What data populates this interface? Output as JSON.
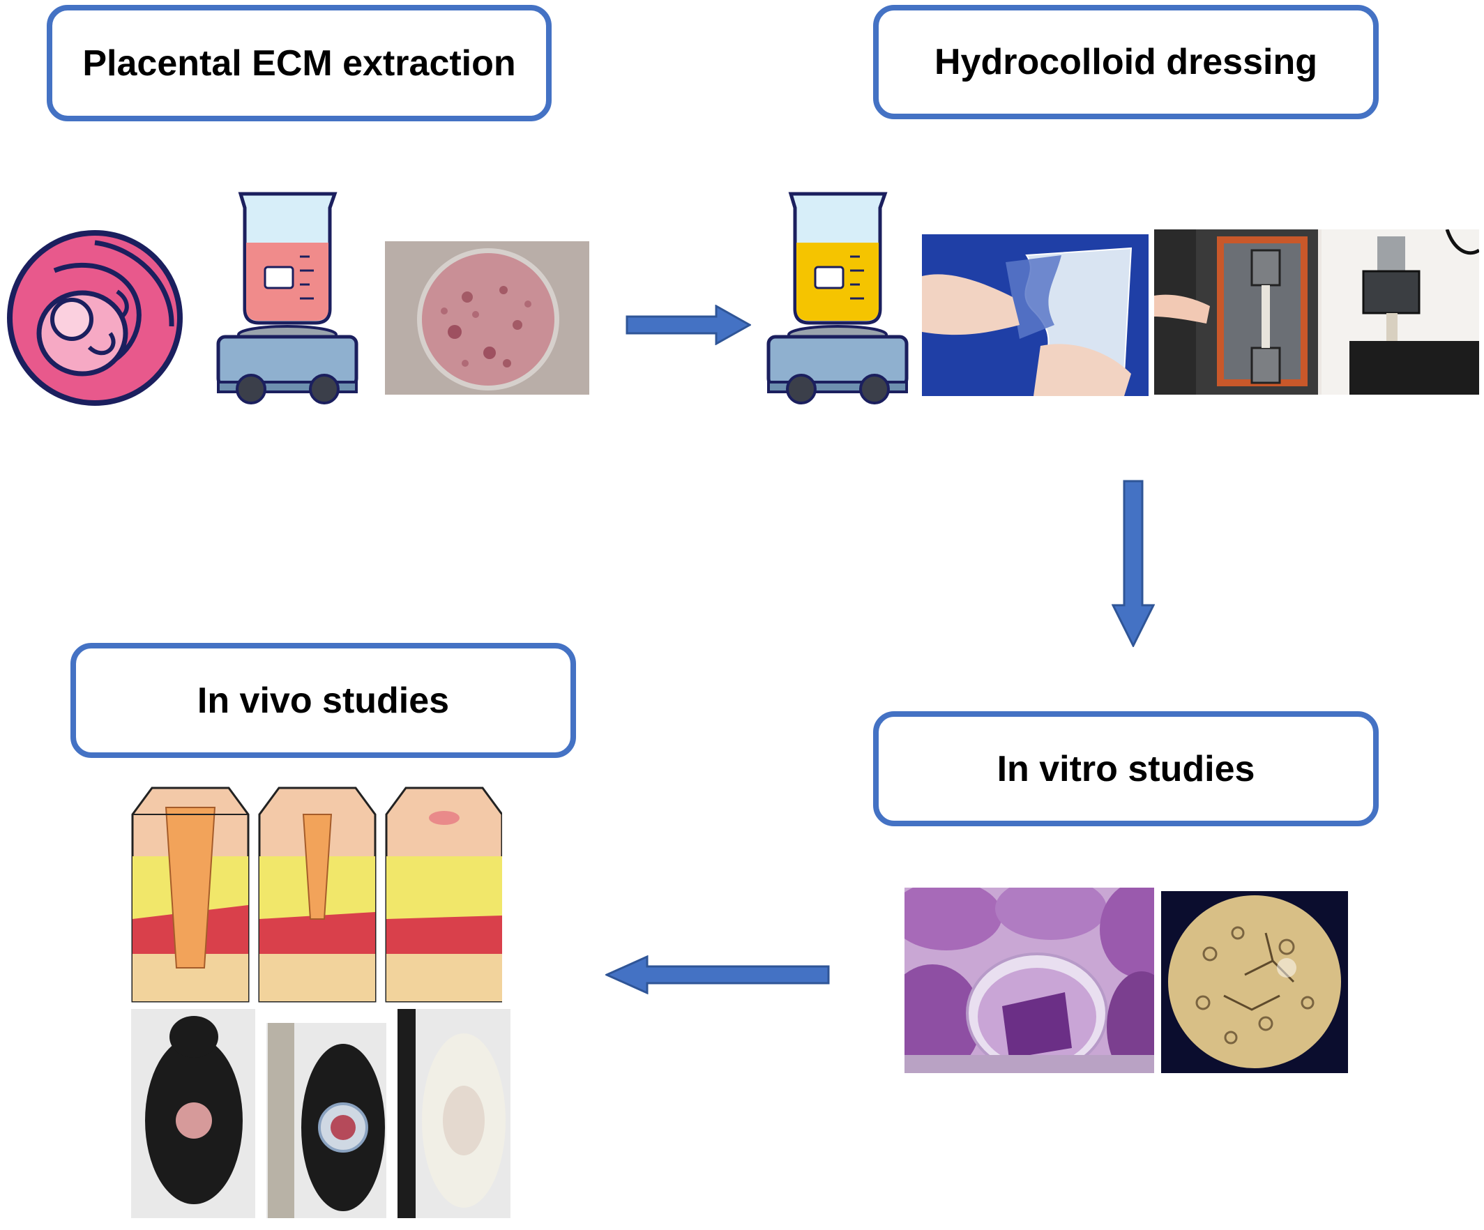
{
  "steps": {
    "ecm_extraction": "Placental ECM extraction",
    "hydrocolloid": "Hydrocolloid dressing",
    "in_vitro": "In vitro studies",
    "in_vivo": "In vivo studies"
  },
  "colors": {
    "box_border": "#4472c4",
    "arrow": "#4472c4",
    "placenta_pink": "#e8598c",
    "ecm_solution": "#f08b8b",
    "dressing_solution": "#f5c400",
    "hotplate": "#8fb0cf",
    "dressing_blue": "#1f3fa6",
    "stain_purple": "#7b3f8f"
  },
  "icons": [
    "placenta-fetus-icon",
    "beaker-hotplate-icon",
    "ecm-petri-dish-photo",
    "film-peeling-photo",
    "tensile-test-photo",
    "well-plate-photo",
    "microscope-view-photo",
    "wound-healing-diagram",
    "mouse-wound-photo"
  ]
}
